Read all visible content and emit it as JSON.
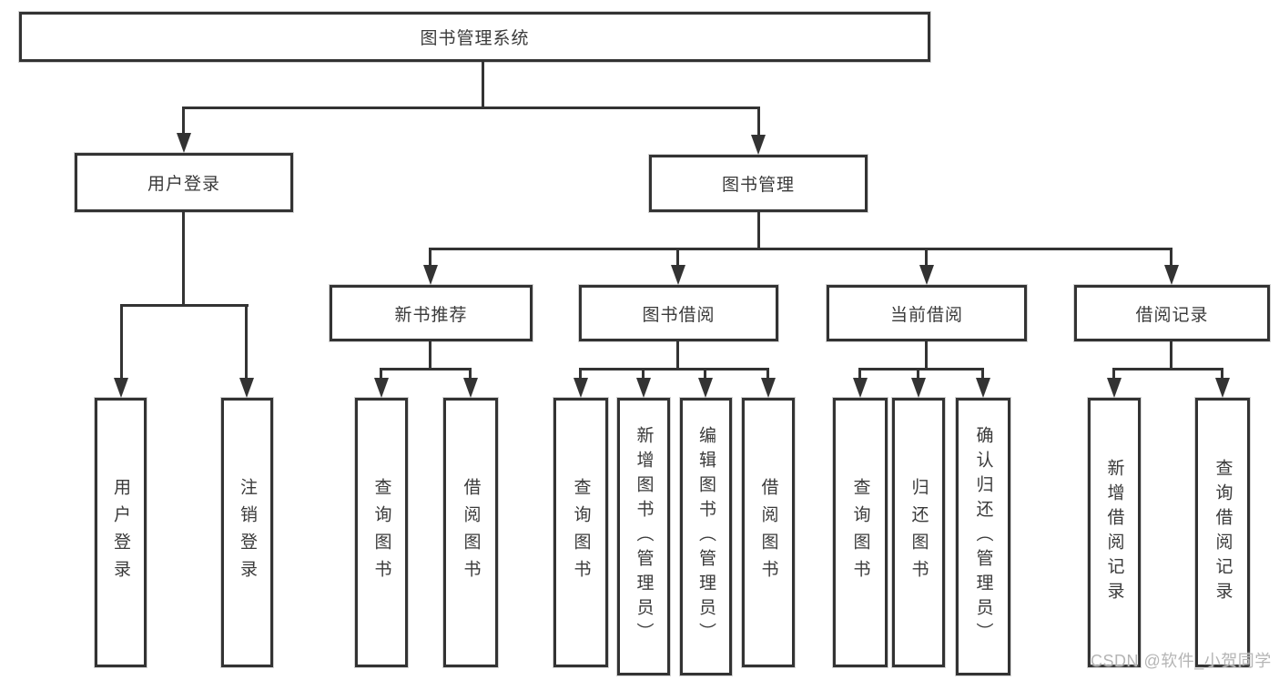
{
  "diagram": {
    "root": {
      "label": "图书管理系统"
    },
    "branches": {
      "user_login": {
        "label": "用户登录",
        "children": {
          "login": "用户登录",
          "logout": "注销登录"
        }
      },
      "book_mgmt": {
        "label": "图书管理"
      },
      "new_book_rec": {
        "label": "新书推荐",
        "children": {
          "query": "查询图书",
          "borrow": "借阅图书"
        }
      },
      "book_borrow": {
        "label": "图书借阅",
        "children": {
          "query": "查询图书",
          "add": "新增图书（管理员）",
          "edit": "编辑图书（管理员）",
          "borrow": "借阅图书"
        }
      },
      "current_borrow": {
        "label": "当前借阅",
        "children": {
          "query": "查询图书",
          "return": "归还图书",
          "confirm": "确认归还（管理员）"
        }
      },
      "borrow_records": {
        "label": "借阅记录",
        "children": {
          "add_record": "新增借阅记录",
          "query_record": "查询借阅记录"
        }
      }
    }
  },
  "watermark": {
    "text": "CSDN @软件_小贺同学",
    "color": "#b5b5b5"
  },
  "colors": {
    "line": "#333333",
    "text": "#3a3a3a",
    "background": "#ffffff"
  }
}
